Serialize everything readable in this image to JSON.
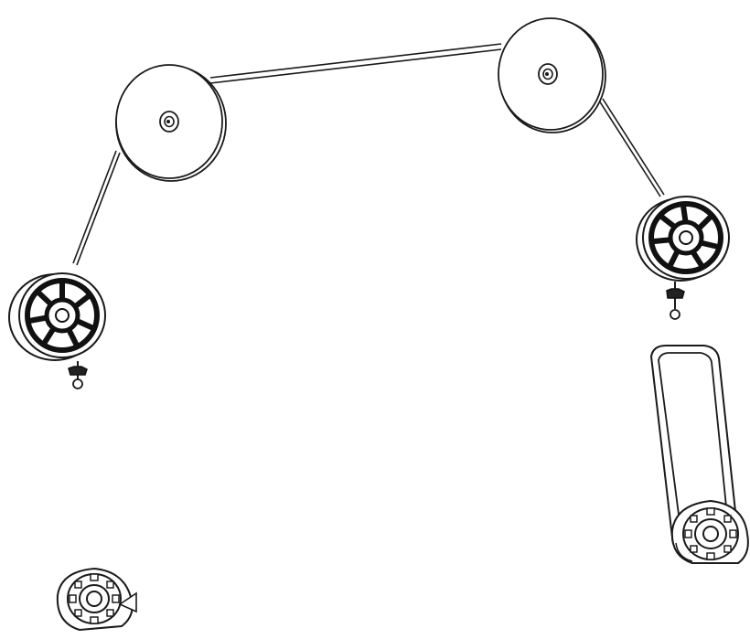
{
  "parts": [
    {
      "id": "pulley-left",
      "icon": "pulley-disc-icon"
    },
    {
      "id": "pulley-right",
      "icon": "pulley-disc-icon"
    },
    {
      "id": "spoked-wheel-left",
      "icon": "spoked-wheel-icon"
    },
    {
      "id": "spoked-wheel-right",
      "icon": "spoked-wheel-icon"
    },
    {
      "id": "tension-knob-left",
      "icon": "knob-screw-icon"
    },
    {
      "id": "tension-knob-right",
      "icon": "knob-screw-icon"
    },
    {
      "id": "cable",
      "icon": "cable-line-icon"
    },
    {
      "id": "bracket-arm",
      "icon": "bracket-arm-icon"
    },
    {
      "id": "gear-hub-arm",
      "icon": "gear-hub-icon"
    },
    {
      "id": "gear-hub-loose",
      "icon": "gear-hub-icon"
    }
  ],
  "colors": {
    "background": "#ffffff",
    "stroke": "#1a1a1a",
    "fill": "#ffffff",
    "dark": "#111111"
  }
}
